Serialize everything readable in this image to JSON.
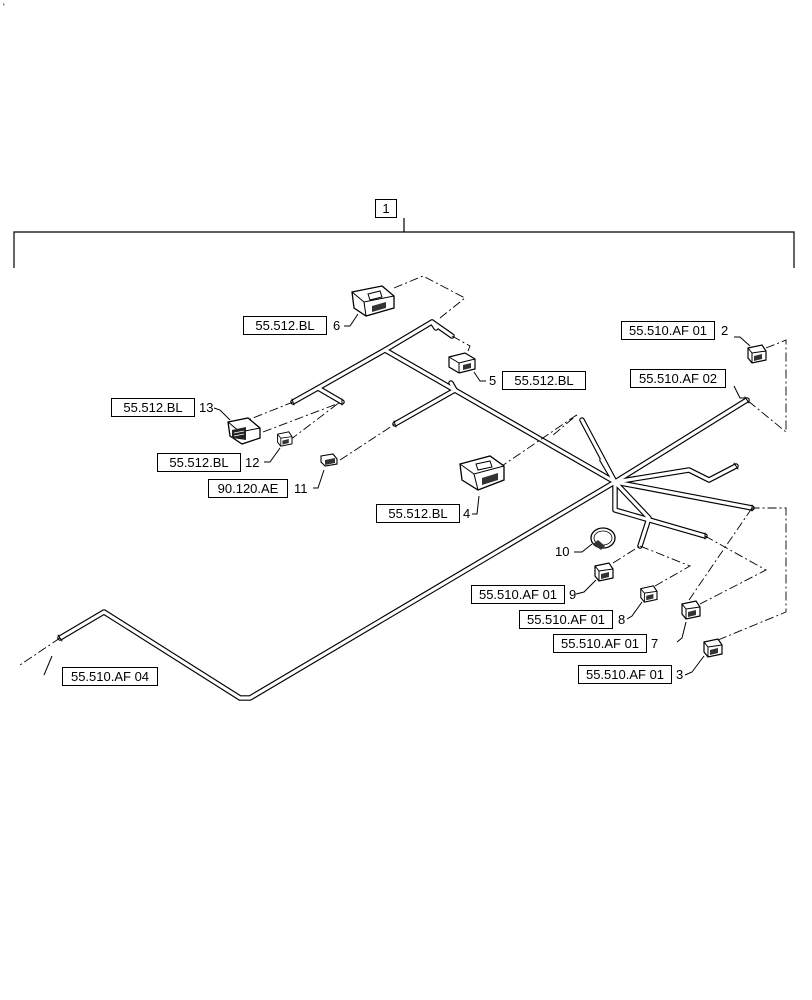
{
  "corner_mark": "'",
  "assembly": {
    "item": "1"
  },
  "callouts": [
    {
      "id": "c2",
      "item": "2",
      "ref": "55.510.AF 01"
    },
    {
      "id": "c13",
      "item": "13",
      "ref": "55.512.BL"
    },
    {
      "id": "c6",
      "item": "6",
      "ref": "55.512.BL"
    },
    {
      "id": "c5",
      "item": "5",
      "ref": "55.512.BL"
    },
    {
      "id": "c12",
      "item": "12",
      "ref": "55.512.BL"
    },
    {
      "id": "c11",
      "item": "11",
      "ref": "90.120.AE"
    },
    {
      "id": "c4",
      "item": "4",
      "ref": "55.512.BL"
    },
    {
      "id": "c10",
      "item": "10",
      "ref": ""
    },
    {
      "id": "c9",
      "item": "9",
      "ref": "55.510.AF 01"
    },
    {
      "id": "c8",
      "item": "8",
      "ref": "55.510.AF 01"
    },
    {
      "id": "c7",
      "item": "7",
      "ref": "55.510.AF 01"
    },
    {
      "id": "c3",
      "item": "3",
      "ref": "55.510.AF 01"
    }
  ],
  "references": {
    "af02": "55.510.AF 02",
    "af04": "55.510.AF 04"
  }
}
